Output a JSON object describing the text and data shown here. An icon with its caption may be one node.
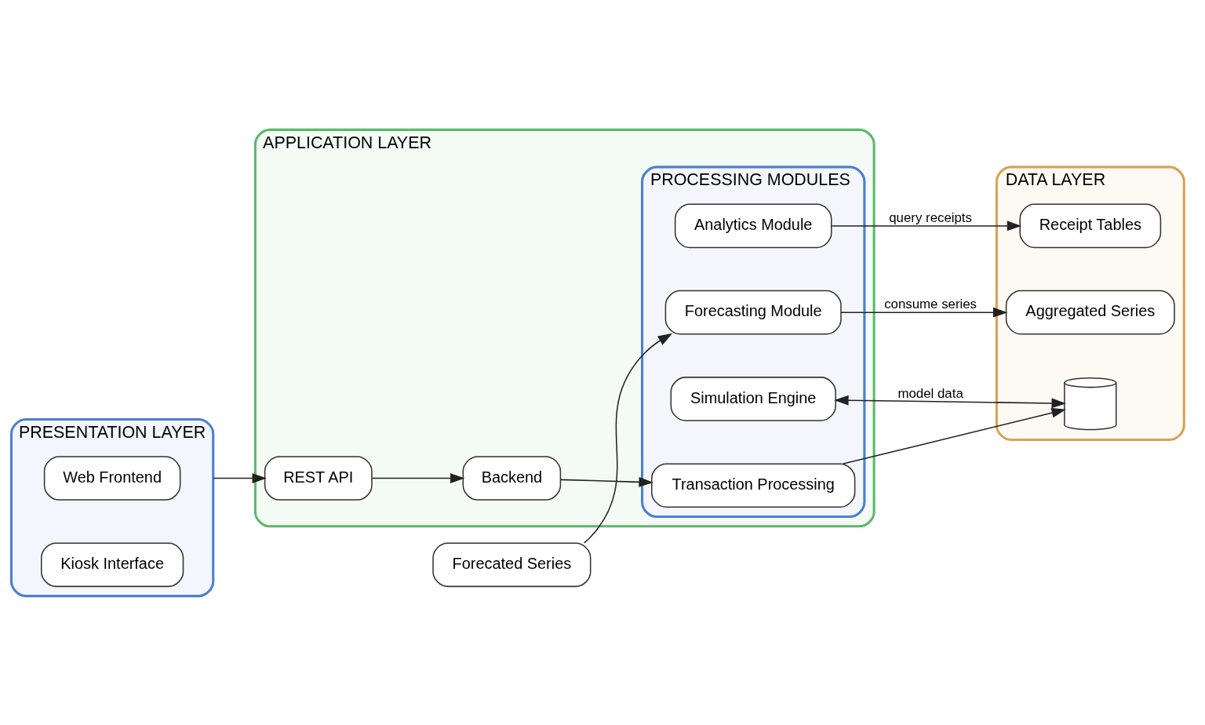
{
  "diagram": {
    "nodes": [
      {
        "text": [
          "PRESENTATION LAYER"
        ]
      },
      {
        "text": [
          "Web Frontend"
        ],
        "in": 0
      },
      {
        "text": [
          "Kiosk Interface"
        ],
        "in": 0
      },
      {
        "text": [
          "APPLICATION LAYER"
        ]
      },
      {
        "text": [
          "REST API"
        ],
        "in": 3
      },
      {
        "text": [
          "Backend"
        ],
        "in": 3
      },
      {
        "text": [
          "PROCESSING MODULES"
        ],
        "in": 3
      },
      {
        "text": [
          "Analytics Module"
        ],
        "in": 6
      },
      {
        "text": [
          "Simulation Engine"
        ],
        "in": 6
      },
      {
        "text": [
          "Transaction Processing"
        ],
        "in": 6
      },
      {
        "text": [
          "Forecasting Module"
        ],
        "in": 6
      },
      {
        "text": [
          "DATA LAYER"
        ]
      },
      {
        "text": [
          "Receipt Tables"
        ],
        "in": 11
      },
      {
        "text": [],
        "shape": "cylinder",
        "in": 11
      },
      {
        "text": [
          "Aggregated Series"
        ],
        "in": 11
      },
      {
        "text": [
          "Forecated Series"
        ]
      }
    ],
    "edges": [
      {
        "from": 0,
        "to": 4,
        "arrow": "to"
      },
      {
        "from": 4,
        "to": 5,
        "arrow": "to"
      },
      {
        "from": 5,
        "to": 9,
        "arrow": "to"
      },
      {
        "from": 7,
        "to": 12,
        "arrow": "to",
        "label": "query receipts"
      },
      {
        "from": 13,
        "to": 8,
        "arrow": "both",
        "label": "model data"
      },
      {
        "from": 9,
        "to": 13,
        "arrow": "to"
      },
      {
        "from": 10,
        "to": 14,
        "arrow": "to",
        "label": "consume series"
      },
      {
        "from": 15,
        "to": 10,
        "arrow": "to"
      }
    ]
  }
}
